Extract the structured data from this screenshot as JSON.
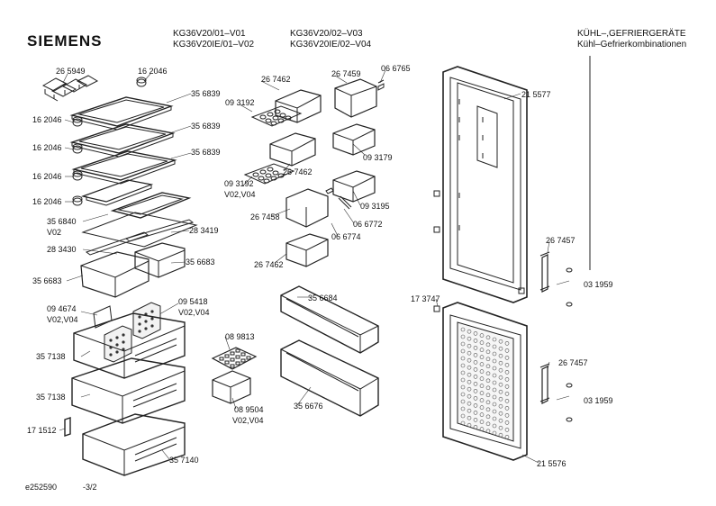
{
  "header": {
    "brand": "SIEMENS",
    "models_col1": [
      "KG36V20/01–V01",
      "KG36V20IE/01–V02"
    ],
    "models_col2": [
      "KG36V20/02–V03",
      "KG36V20IE/02–V04"
    ],
    "category": [
      "KÜHL–,GEFRIERGERÄTE",
      "Kühl–Gefrierkombinationen"
    ]
  },
  "footer": {
    "drawing_id": "e252590",
    "page": "-3/2"
  },
  "parts": [
    {
      "id": "p1",
      "number": "26 5949"
    },
    {
      "id": "p2",
      "number": "16 2046"
    },
    {
      "id": "p3",
      "number": "35 6839"
    },
    {
      "id": "p4",
      "number": "16 2046"
    },
    {
      "id": "p5",
      "number": "35 6839"
    },
    {
      "id": "p6",
      "number": "16 2046"
    },
    {
      "id": "p7",
      "number": "35 6839"
    },
    {
      "id": "p8",
      "number": "16 2046"
    },
    {
      "id": "p9",
      "number": "16 2046"
    },
    {
      "id": "p10",
      "number": "35 6840",
      "variant": "V02"
    },
    {
      "id": "p11",
      "number": "28 3419"
    },
    {
      "id": "p12",
      "number": "28 3430"
    },
    {
      "id": "p13",
      "number": "35 6683"
    },
    {
      "id": "p14",
      "number": "35 6683"
    },
    {
      "id": "p15",
      "number": "09 5418",
      "variant": "V02,V04"
    },
    {
      "id": "p16",
      "number": "09 4674",
      "variant": "V02,V04"
    },
    {
      "id": "p17",
      "number": "35 7138"
    },
    {
      "id": "p18",
      "number": "35 7138"
    },
    {
      "id": "p19",
      "number": "17 1512"
    },
    {
      "id": "p20",
      "number": "35 7140"
    },
    {
      "id": "p21",
      "number": "26 7462"
    },
    {
      "id": "p22",
      "number": "26 7459"
    },
    {
      "id": "p23",
      "number": "06 6765"
    },
    {
      "id": "p24",
      "number": "09 3192"
    },
    {
      "id": "p25",
      "number": "09 3179"
    },
    {
      "id": "p26",
      "number": "26 7462"
    },
    {
      "id": "p27",
      "number": "09 3192",
      "variant": "V02,V04"
    },
    {
      "id": "p28",
      "number": "09 3195"
    },
    {
      "id": "p29",
      "number": "26 7458"
    },
    {
      "id": "p30",
      "number": "06 6772"
    },
    {
      "id": "p31",
      "number": "06 6774"
    },
    {
      "id": "p32",
      "number": "26 7462"
    },
    {
      "id": "p33",
      "number": "35 6684"
    },
    {
      "id": "p34",
      "number": "08 9813"
    },
    {
      "id": "p35",
      "number": "08 9504",
      "variant": "V02,V04"
    },
    {
      "id": "p36",
      "number": "35 6676"
    },
    {
      "id": "p37",
      "number": "21 5577"
    },
    {
      "id": "p38",
      "number": "26 7457"
    },
    {
      "id": "p39",
      "number": "03 1959"
    },
    {
      "id": "p40",
      "number": "17 3747"
    },
    {
      "id": "p41",
      "number": "26 7457"
    },
    {
      "id": "p42",
      "number": "03 1959"
    },
    {
      "id": "p43",
      "number": "21 5576"
    }
  ]
}
